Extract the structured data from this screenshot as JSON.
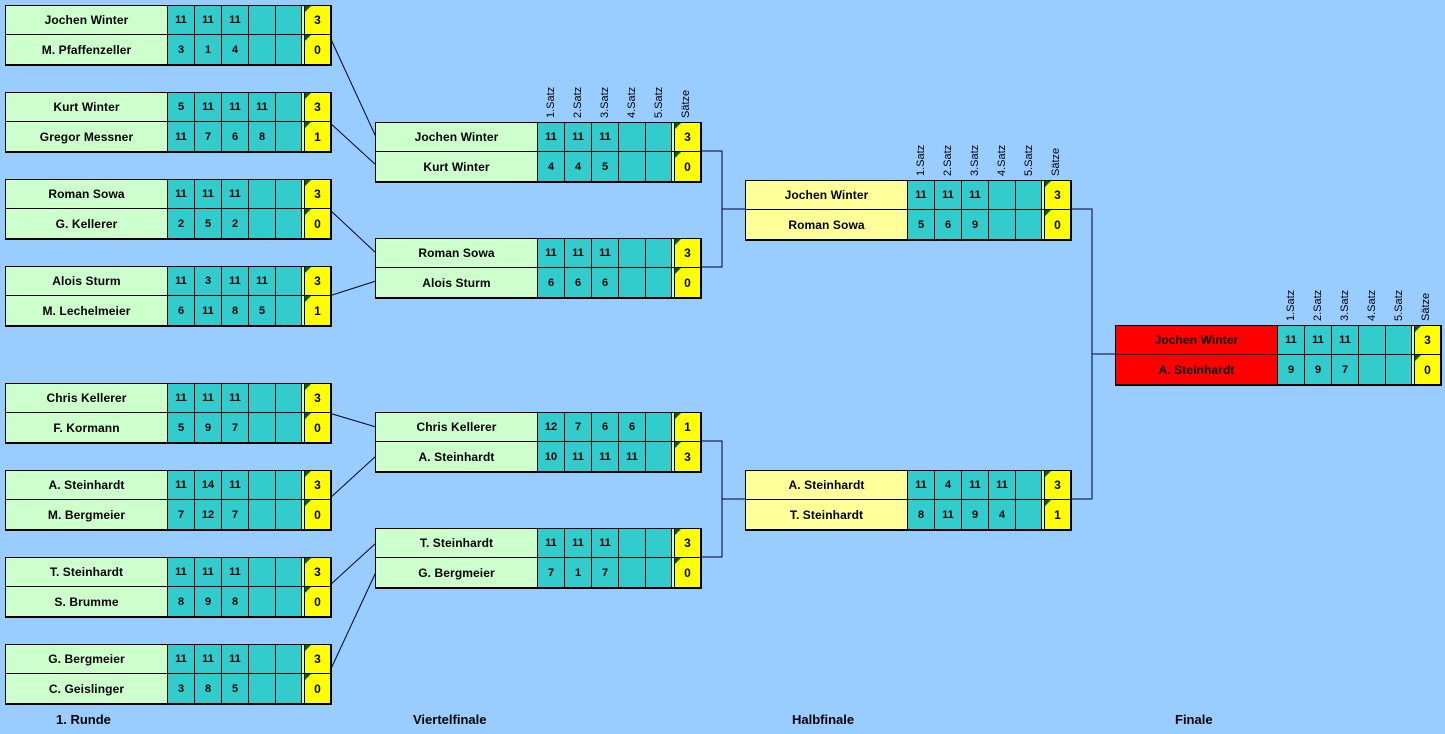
{
  "set_headers": [
    "1.Satz",
    "2.Satz",
    "3.Satz",
    "4.Satz",
    "5.Satz",
    "Sätze"
  ],
  "colors": {
    "background": "#99ccff",
    "round1_name": "#ccffcc",
    "quarterfinal_name": "#ccffcc",
    "semifinal_name": "#ffff99",
    "final_name": "#ff0000",
    "set_cell": "#33cccc",
    "total_cell": "#ffff00"
  },
  "rounds": [
    {
      "label": "1. Runde",
      "matches": [
        {
          "players": [
            {
              "name": "Jochen Winter",
              "sets": [
                "11",
                "11",
                "11",
                "",
                ""
              ],
              "total": "3"
            },
            {
              "name": "M. Pfaffenzeller",
              "sets": [
                "3",
                "1",
                "4",
                "",
                ""
              ],
              "total": "0"
            }
          ]
        },
        {
          "players": [
            {
              "name": "Kurt Winter",
              "sets": [
                "5",
                "11",
                "11",
                "11",
                ""
              ],
              "total": "3"
            },
            {
              "name": "Gregor Messner",
              "sets": [
                "11",
                "7",
                "6",
                "8",
                ""
              ],
              "total": "1"
            }
          ]
        },
        {
          "players": [
            {
              "name": "Roman Sowa",
              "sets": [
                "11",
                "11",
                "11",
                "",
                ""
              ],
              "total": "3"
            },
            {
              "name": "G. Kellerer",
              "sets": [
                "2",
                "5",
                "2",
                "",
                ""
              ],
              "total": "0"
            }
          ]
        },
        {
          "players": [
            {
              "name": "Alois Sturm",
              "sets": [
                "11",
                "3",
                "11",
                "11",
                ""
              ],
              "total": "3"
            },
            {
              "name": "M. Lechelmeier",
              "sets": [
                "6",
                "11",
                "8",
                "5",
                ""
              ],
              "total": "1"
            }
          ]
        },
        {
          "players": [
            {
              "name": "Chris Kellerer",
              "sets": [
                "11",
                "11",
                "11",
                "",
                ""
              ],
              "total": "3"
            },
            {
              "name": "F. Kormann",
              "sets": [
                "5",
                "9",
                "7",
                "",
                ""
              ],
              "total": "0"
            }
          ]
        },
        {
          "players": [
            {
              "name": "A. Steinhardt",
              "sets": [
                "11",
                "14",
                "11",
                "",
                ""
              ],
              "total": "3"
            },
            {
              "name": "M. Bergmeier",
              "sets": [
                "7",
                "12",
                "7",
                "",
                ""
              ],
              "total": "0"
            }
          ]
        },
        {
          "players": [
            {
              "name": "T. Steinhardt",
              "sets": [
                "11",
                "11",
                "11",
                "",
                ""
              ],
              "total": "3"
            },
            {
              "name": "S. Brumme",
              "sets": [
                "8",
                "9",
                "8",
                "",
                ""
              ],
              "total": "0"
            }
          ]
        },
        {
          "players": [
            {
              "name": "G. Bergmeier",
              "sets": [
                "11",
                "11",
                "11",
                "",
                ""
              ],
              "total": "3"
            },
            {
              "name": "C. Geislinger",
              "sets": [
                "3",
                "8",
                "5",
                "",
                ""
              ],
              "total": "0"
            }
          ]
        }
      ]
    },
    {
      "label": "Viertelfinale",
      "matches": [
        {
          "players": [
            {
              "name": "Jochen Winter",
              "sets": [
                "11",
                "11",
                "11",
                "",
                ""
              ],
              "total": "3"
            },
            {
              "name": "Kurt Winter",
              "sets": [
                "4",
                "4",
                "5",
                "",
                ""
              ],
              "total": "0"
            }
          ]
        },
        {
          "players": [
            {
              "name": "Roman Sowa",
              "sets": [
                "11",
                "11",
                "11",
                "",
                ""
              ],
              "total": "3"
            },
            {
              "name": "Alois Sturm",
              "sets": [
                "6",
                "6",
                "6",
                "",
                ""
              ],
              "total": "0"
            }
          ]
        },
        {
          "players": [
            {
              "name": "Chris Kellerer",
              "sets": [
                "12",
                "7",
                "6",
                "6",
                ""
              ],
              "total": "1"
            },
            {
              "name": "A. Steinhardt",
              "sets": [
                "10",
                "11",
                "11",
                "11",
                ""
              ],
              "total": "3"
            }
          ]
        },
        {
          "players": [
            {
              "name": "T. Steinhardt",
              "sets": [
                "11",
                "11",
                "11",
                "",
                ""
              ],
              "total": "3"
            },
            {
              "name": "G. Bergmeier",
              "sets": [
                "7",
                "1",
                "7",
                "",
                ""
              ],
              "total": "0"
            }
          ]
        }
      ]
    },
    {
      "label": "Halbfinale",
      "matches": [
        {
          "players": [
            {
              "name": "Jochen Winter",
              "sets": [
                "11",
                "11",
                "11",
                "",
                ""
              ],
              "total": "3"
            },
            {
              "name": "Roman Sowa",
              "sets": [
                "5",
                "6",
                "9",
                "",
                ""
              ],
              "total": "0"
            }
          ]
        },
        {
          "players": [
            {
              "name": "A. Steinhardt",
              "sets": [
                "11",
                "4",
                "11",
                "11",
                ""
              ],
              "total": "3"
            },
            {
              "name": "T. Steinhardt",
              "sets": [
                "8",
                "11",
                "9",
                "4",
                ""
              ],
              "total": "1"
            }
          ]
        }
      ]
    },
    {
      "label": "Finale",
      "matches": [
        {
          "players": [
            {
              "name": "Jochen Winter",
              "sets": [
                "11",
                "11",
                "11",
                "",
                ""
              ],
              "total": "3"
            },
            {
              "name": "A. Steinhardt",
              "sets": [
                "9",
                "9",
                "7",
                "",
                ""
              ],
              "total": "0"
            }
          ]
        }
      ]
    }
  ]
}
